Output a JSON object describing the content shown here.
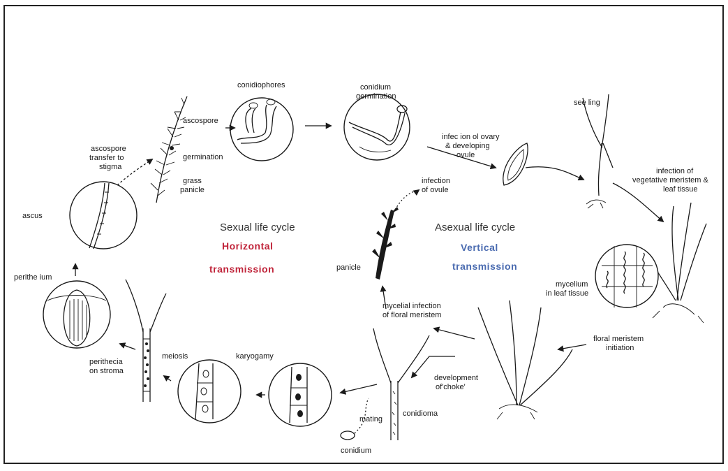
{
  "cycles": {
    "sexual_title": "Sexual life cycle",
    "sexual_mode": "Horizontal",
    "sexual_mode2": "transmission",
    "asexual_title": "Asexual life cycle",
    "asexual_mode": "Vertical",
    "asexual_mode2": "transmission"
  },
  "labels": {
    "conidiophores": "conidiophores",
    "conidium_germination_1": "conidium",
    "conidium_germination_2": "germination",
    "ascospore": "ascospore",
    "germination": "germination",
    "grass_panicle_1": "grass",
    "grass_panicle_2": "panicle",
    "ascospore_transfer_1": "ascospore",
    "ascospore_transfer_2": "transfer to",
    "ascospore_transfer_3": "stigma",
    "ascus": "ascus",
    "perithecium": "perithe ium",
    "perithecia_1": "perithecia",
    "perithecia_2": "on stroma",
    "meiosis": "meiosis",
    "karyogamy": "karyogamy",
    "mating": "mating",
    "conidium": "conidium",
    "conidioma": "conidioma",
    "development_choke_1": "development",
    "development_choke_2": "of'choke'",
    "mycelial_infection_1": "mycelial infection",
    "mycelial_infection_2": "of floral meristem",
    "panicle": "panicle",
    "infection_ovule_1": "infection",
    "infection_ovule_2": "of ovule",
    "infection_ovary_1": "infec ion ol ovary",
    "infection_ovary_2": "& developing",
    "infection_ovary_3": "ovule",
    "seedling": "see ling",
    "infection_veg_1": "infection of",
    "infection_veg_2": "vegetative meristem &",
    "infection_veg_3": "leaf tissue",
    "mycelium_1": "mycelium",
    "mycelium_2": "in leaf tissue",
    "floral_initiation_1": "floral meristem",
    "floral_initiation_2": "initiation"
  }
}
